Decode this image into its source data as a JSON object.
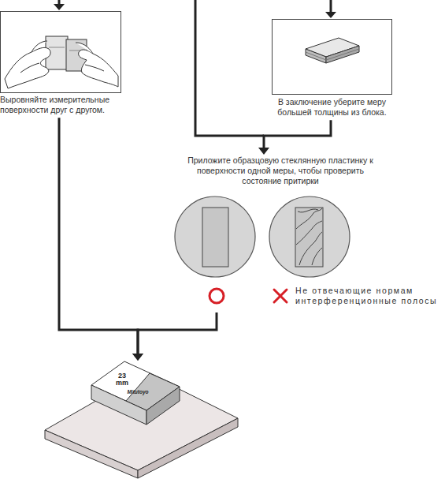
{
  "diagram": {
    "nodes": [
      {
        "text": [
          "Выровняйте измерительные поверхности друг с другом."
        ]
      },
      {
        "text": [
          "В заключение уберите меру большей толщины из блока."
        ]
      },
      {
        "text": [
          "Приложите образцовую стеклянную пластинку к поверхности одной меры, чтобы проверить состояние притирки"
        ]
      },
      {
        "text": [
          "23 mm",
          "Mitutoyo"
        ]
      }
    ],
    "edges": [
      {
        "from": 0,
        "to": 3,
        "arrow": "to"
      },
      {
        "from": 1,
        "to": 2,
        "arrow": "to"
      },
      {
        "from": 2,
        "to": 3,
        "arrow": "to"
      }
    ],
    "labels": [
      "Не отвечающие нормам интерференционные полосы"
    ]
  }
}
